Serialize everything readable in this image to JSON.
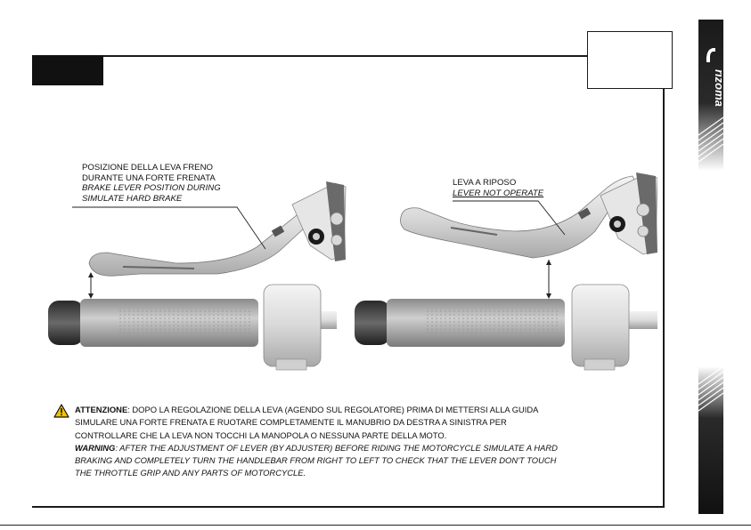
{
  "brand": {
    "name": "rizoma",
    "mark": "r"
  },
  "labels": {
    "hard_brake": [
      "POSIZIONE DELLA LEVA FRENO",
      "DURANTE UNA FORTE FRENATA",
      "BRAKE LEVER POSITION DURING",
      "SIMULATE HARD BRAKE"
    ],
    "rest": [
      "LEVA A RIPOSO",
      "LEVER NOT OPERATE"
    ]
  },
  "notice": {
    "attention_title": "ATTENZIONE",
    "attention_lines": [
      ": DOPO LA REGOLAZIONE DELLA LEVA (AGENDO SUL REGOLATORE) PRIMA DI METTERSI ALLA GUIDA",
      "SIMULARE UNA FORTE FRENATA E RUOTARE COMPLETAMENTE IL MANUBRIO DA DESTRA A SINISTRA PER",
      "CONTROLLARE CHE LA LEVA NON TOCCHI LA MANOPOLA O NESSUNA PARTE DELLA MOTO."
    ],
    "warning_title": "WARNING",
    "warning_lines": [
      ": AFTER THE ADJUSTMENT OF LEVER (BY ADJUSTER) BEFORE RIDING THE MOTORCYCLE SIMULATE A HARD",
      "BRAKING AND COMPLETELY TURN THE HANDLEBAR FROM RIGHT TO LEFT TO CHECK THAT THE LEVER DON'T TOUCH",
      "THE THROTTLE GRIP AND ANY PARTS OF MOTORCYCLE."
    ]
  }
}
